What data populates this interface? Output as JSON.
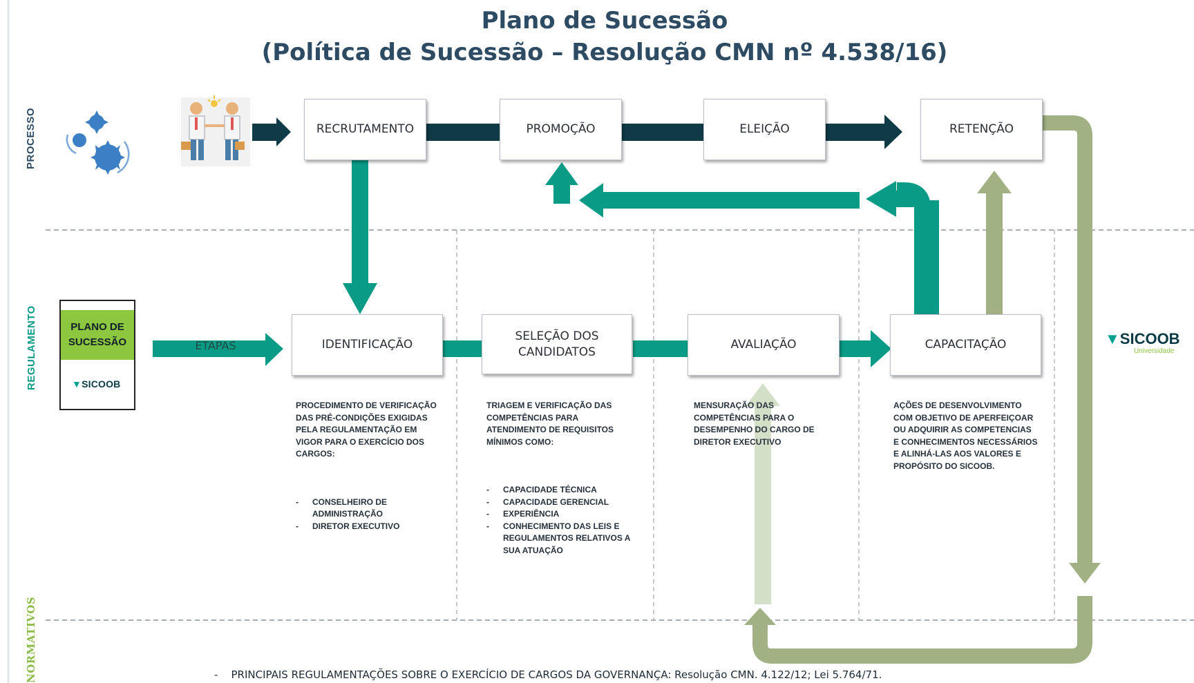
{
  "title": {
    "line1": "Plano de Sucessão",
    "line2": "(Política de Sucessão – Resolução CMN nº 4.538/16)"
  },
  "sections": {
    "processo": "PROCESSO",
    "regulamento": "REGULAMENTO",
    "normativos": "NORMATIVOS"
  },
  "process_steps": [
    {
      "label": "RECRUTAMENTO"
    },
    {
      "label": "PROMOÇÃO"
    },
    {
      "label": "ELEIÇÃO"
    },
    {
      "label": "RETENÇÃO"
    }
  ],
  "stages": [
    {
      "label": "IDENTIFICAÇÃO",
      "description": "PROCEDIMENTO  DE VERIFICAÇÃO DAS PRÉ-CONDIÇÕES EXIGIDAS PELA REGULAMENTAÇÃO EM VIGOR PARA O EXERCÍCIO DOS CARGOS:",
      "bullets": [
        "CONSELHEIRO DE ADMINISTRAÇÃO",
        "DIRETOR EXECUTIVO"
      ]
    },
    {
      "label": "SELEÇÃO DOS CANDIDATOS",
      "description": "TRIAGEM E VERIFICAÇÃO  DAS COMPETÊNCIAS PARA ATENDIMENTO DE  REQUISITOS MÍNIMOS COMO:",
      "bullets": [
        "CAPACIDADE TÉCNICA",
        "CAPACIDADE GERENCIAL",
        "EXPERIÊNCIA",
        "CONHECIMENTO DAS LEIS E REGULAMENTOS RELATIVOS A SUA ATUAÇÃO"
      ]
    },
    {
      "label": "AVALIAÇÃO",
      "description": "MENSURAÇÃO DAS COMPETÊNCIAS PARA O DESEMPENHO DO CARGO DE DIRETOR EXECUTIVO",
      "bullets": []
    },
    {
      "label": "CAPACITAÇÃO",
      "description": "AÇÕES DE DESENVOLVIMENTO COM OBJETIVO DE APERFEIÇOAR OU ADQUIRIR  AS COMPETENCIAS E CONHECIMENTOS NECESSÁRIOS E ALINHÁ-LAS AOS VALORES E PROPÓSITO DO SICOOB.",
      "bullets": []
    }
  ],
  "etapas_label": "ETAPAS",
  "plan_card": {
    "label": "PLANO DE SUCESSÃO",
    "logo": "SICOOB"
  },
  "brand": {
    "name": "SICOOB",
    "subtitle": "Universidade"
  },
  "footer": "PRINCIPAIS REGULAMENTAÇÕES SOBRE O EXERCÍCIO DE CARGOS DA GOVERNANÇA: Resolução CMN. 4.122/12; Lei 5.764/71.",
  "colors": {
    "teal": "#0a9b86",
    "dark_navy": "#0f3b46",
    "olive": "#a2b183",
    "pale_green": "#d4dfc8",
    "title": "#2d4b63",
    "plan_green": "#8dc63f"
  },
  "icons": [
    "gears-icon",
    "handshake-icon"
  ]
}
